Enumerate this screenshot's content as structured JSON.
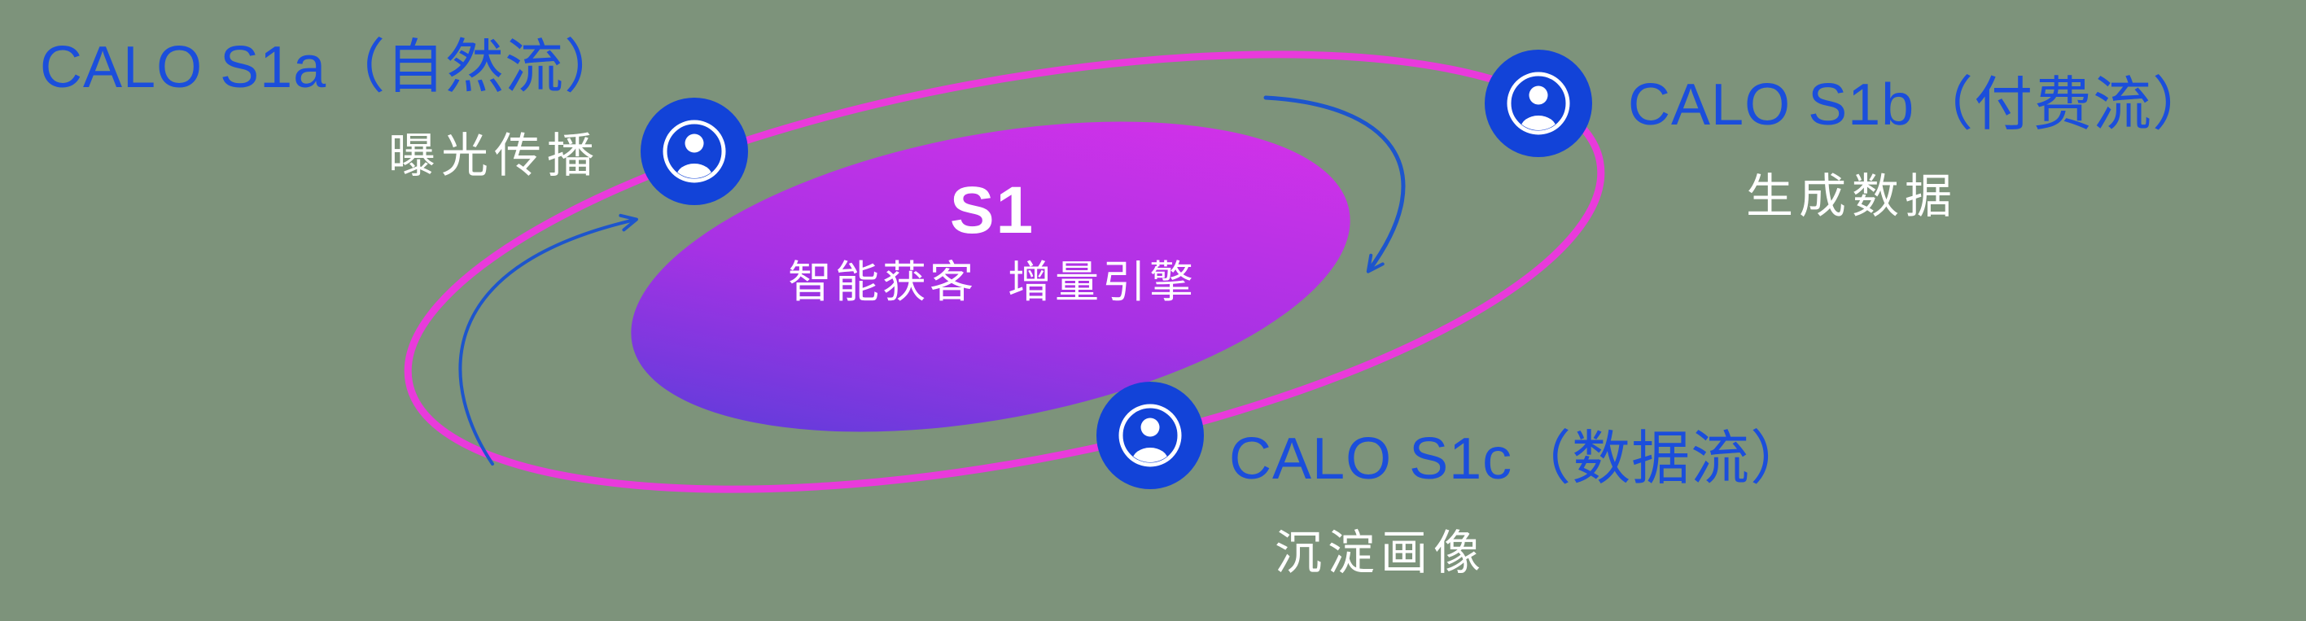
{
  "diagram": {
    "center": {
      "title": "S1",
      "subtitle": "智能获客  增量引擎"
    },
    "nodes": [
      {
        "id": "s1a",
        "title": "CALO S1a（自然流）",
        "subtitle": "曝光传播",
        "icon": "person-icon"
      },
      {
        "id": "s1b",
        "title": "CALO S1b（付费流）",
        "subtitle": "生成数据",
        "icon": "person-icon"
      },
      {
        "id": "s1c",
        "title": "CALO S1c（数据流）",
        "subtitle": "沉淀画像",
        "icon": "person-icon"
      }
    ]
  },
  "colors": {
    "background": "#7D937B",
    "label_blue": "#1B4EDB",
    "node_fill": "#1243D8",
    "arrow": "#1D55CC",
    "orbit": "#E93ADB",
    "gradient_start": "#4B3FD8",
    "gradient_mid": "#A632E4",
    "gradient_end": "#DE31EA",
    "text_white": "#FFFFFF"
  }
}
